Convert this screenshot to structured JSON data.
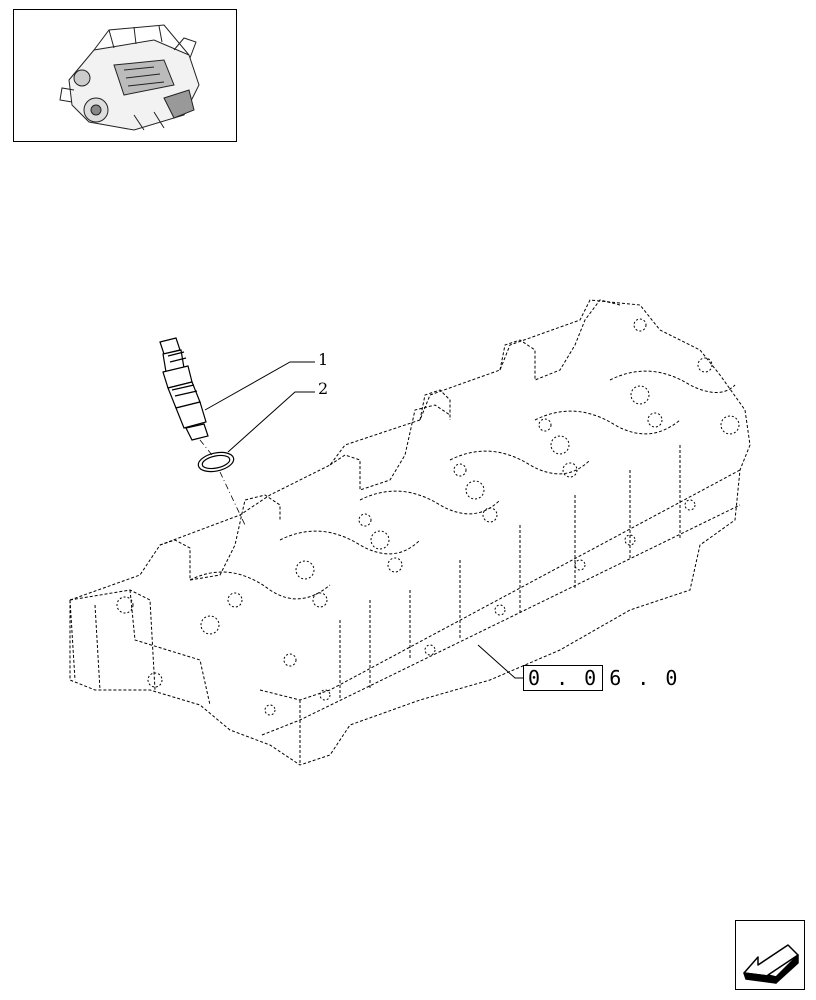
{
  "callouts": [
    {
      "id": "1",
      "label": "1"
    },
    {
      "id": "2",
      "label": "2"
    }
  ],
  "reference": {
    "boxed": "0 . 0",
    "tail": "6 . 0"
  },
  "icons": {
    "thumbnail": "engine-thumbnail-icon",
    "nav": "back-arrow-icon"
  }
}
